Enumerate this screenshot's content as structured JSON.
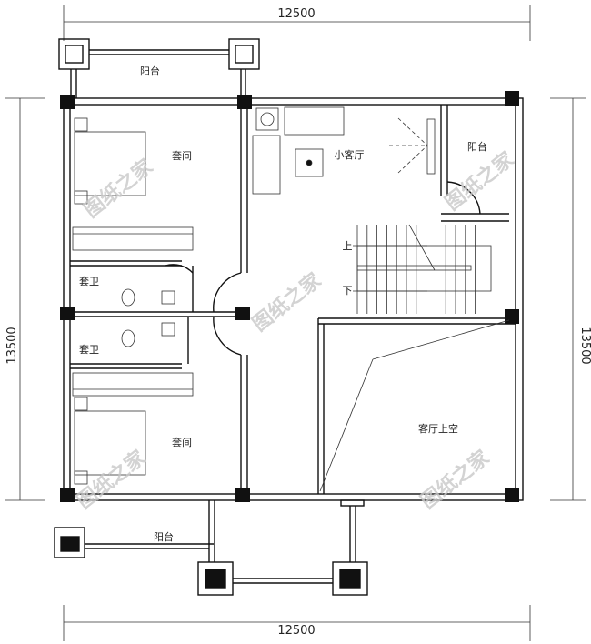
{
  "dimensions": {
    "top": "12500",
    "bottom": "12500",
    "left": "13500",
    "right": "13500"
  },
  "rooms": {
    "balcony_top": "阳台",
    "suite_upper": "套间",
    "bath_upper": "套卫",
    "bath_lower": "套卫",
    "suite_lower": "套间",
    "balcony_bottom": "阳台",
    "small_living": "小客厅",
    "balcony_right": "阳台",
    "stair_up": "上",
    "stair_down": "下",
    "living_void": "客厅上空"
  },
  "watermark": "图纸之家",
  "colors": {
    "line": "#111111",
    "watermark": "#c8c8c8"
  }
}
